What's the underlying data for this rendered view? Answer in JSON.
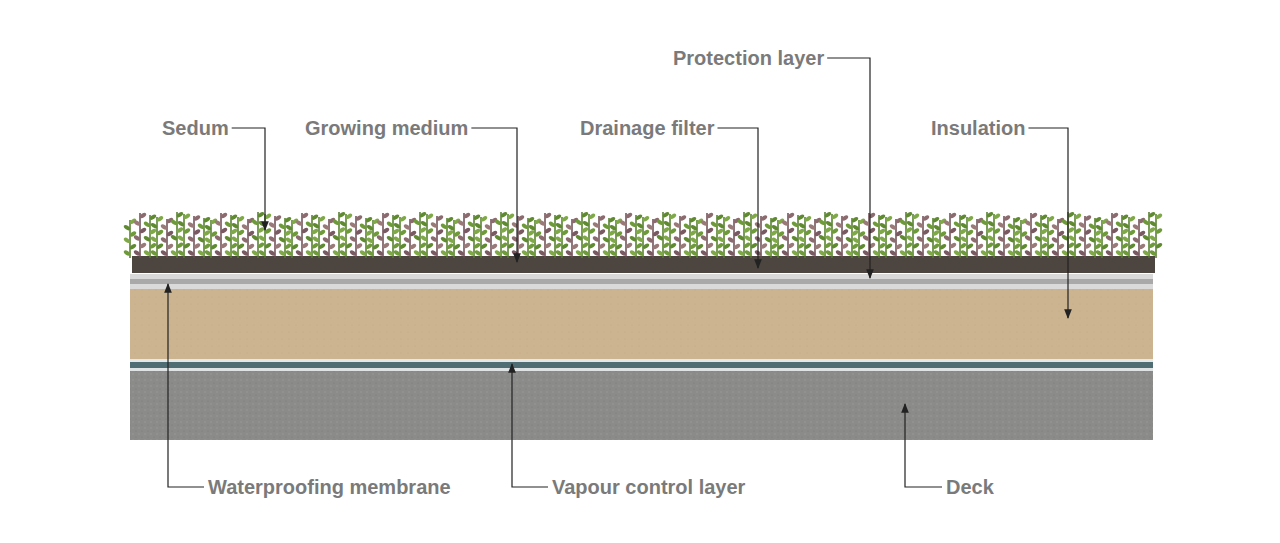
{
  "diagram": {
    "labels": [
      "Sedum",
      "Growing medium",
      "Drainage filter",
      "Protection layer",
      "Insulation",
      "Waterproofing membrane",
      "Vapour control layer",
      "Deck"
    ]
  }
}
